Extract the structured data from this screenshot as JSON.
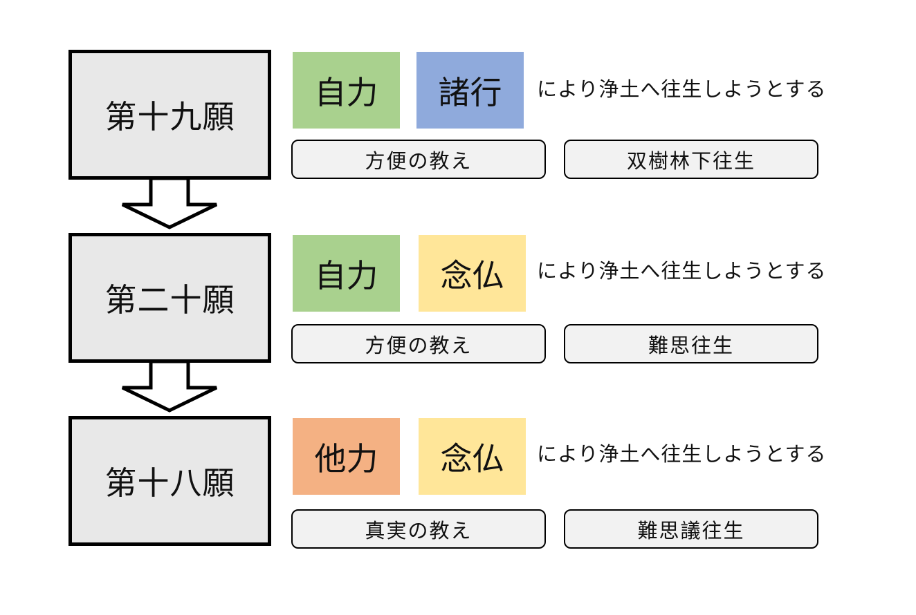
{
  "colors": {
    "vow_fill": "#e8e8e8",
    "self_power": "#a9d18e",
    "other_power": "#f4b183",
    "practices": "#8faadc",
    "nembutsu": "#ffe699",
    "pill_fill": "#f2f2f2"
  },
  "rows": [
    {
      "vow": "第十九願",
      "tile1": "自力",
      "tile1_color": "#a9d18e",
      "tile2": "諸行",
      "tile2_color": "#8faadc",
      "description": "により浄土へ往生しようとする",
      "teaching": "方便の教え",
      "rebirth": "双樹林下往生"
    },
    {
      "vow": "第二十願",
      "tile1": "自力",
      "tile1_color": "#a9d18e",
      "tile2": "念仏",
      "tile2_color": "#ffe699",
      "description": "により浄土へ往生しようとする",
      "teaching": "方便の教え",
      "rebirth": "難思往生"
    },
    {
      "vow": "第十八願",
      "tile1": "他力",
      "tile1_color": "#f4b183",
      "tile2": "念仏",
      "tile2_color": "#ffe699",
      "description": "により浄土へ往生しようとする",
      "teaching": "真実の教え",
      "rebirth": "難思議往生"
    }
  ]
}
